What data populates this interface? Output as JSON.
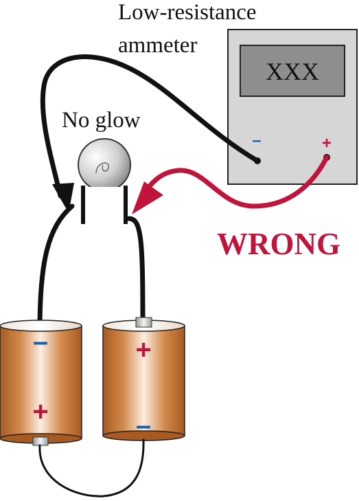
{
  "labels": {
    "ammeter_line1": "Low-resistance",
    "ammeter_line2": "ammeter",
    "bulb": "No glow",
    "wrong": "WRONG",
    "display": "XXX"
  },
  "meter": {
    "minus_sign": "–",
    "plus_sign": "+"
  },
  "batteries": {
    "left": {
      "top_sign": "–",
      "bottom_sign": "+"
    },
    "right": {
      "top_sign": "+",
      "bottom_sign": "–"
    }
  },
  "colors": {
    "wire": "#000000",
    "wrong": "#c0143c",
    "minus": "#1f5fa8",
    "plus": "#c0143c",
    "meter_body": "#d6d6d6",
    "display_bg": "#8e8e8e",
    "battery_dark": "#b86a2c",
    "battery_light": "#fbe9d6"
  }
}
